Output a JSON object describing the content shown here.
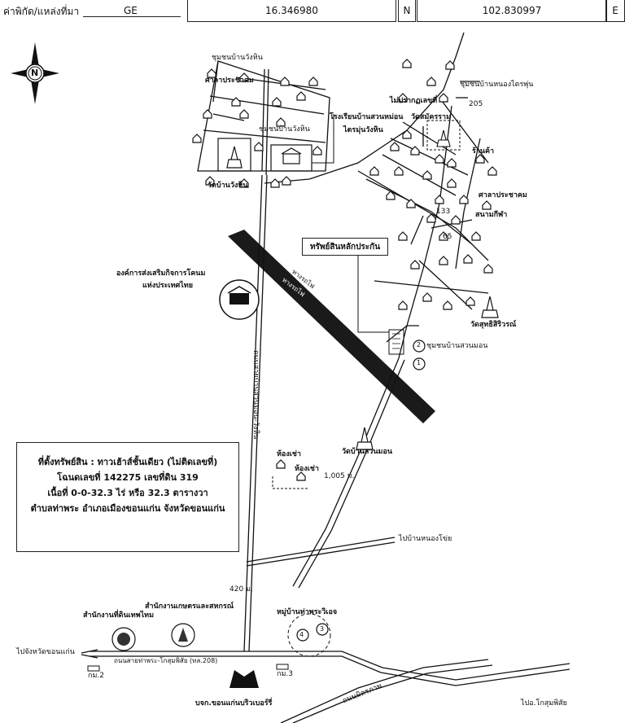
{
  "header": {
    "coord_label": "ค่าพิกัด/แหล่งที่มา",
    "source_code": "GE",
    "latitude": "16.346980",
    "lat_dir": "N",
    "longitude": "102.830997",
    "lon_dir": "E"
  },
  "compass": {
    "letter": "N"
  },
  "labels": {
    "community_north": "ชุมชนบ้านวังหิน",
    "sala_1": "ศาลาประชาคม",
    "community_wanghin": "ชุมชนบ้านวังหิน",
    "school": "โรงเรียนบ้านสวนหม่อน",
    "school_2": "ไตรมุ่นวังหิน",
    "temple_wanghin": "วัดบ้านวังหิน",
    "community_nongkhrai": "ชุมชนบ้านหนองไตรพุ่น",
    "no_number": "ไม่ปรากฏเลขที่",
    "km_205": "205",
    "temple_samakkhi": "วัดสมัครราม",
    "shop": "ร้านค้า",
    "sala_2": "ศาลาประชาคม",
    "stadium": "สนามกีฬา",
    "num_133": "133",
    "num_65": "65",
    "callout_property": "ทรัพย์สินหลักประกัน",
    "railway_1": "ทางรถไฟ",
    "railway_2": "ทางรถไฟ",
    "post_office": "องค์การส่งเสริมกิจการโคนม",
    "post_office_2": "แห่งประเทศไทย",
    "temple_sisawat": "วัดสุทธิสิริวรณ์",
    "community_suanmon": "ชุมชนบ้านสวนมอน",
    "marker_1": "1",
    "marker_2": "2",
    "road_vertical": "ถนนสายบ้านสวนมอน-วังหิน",
    "room_1": "ห้องเช่า",
    "room_2": "ห้องเช่า",
    "temple_suanmon": "วัดบ้านสวนมอน",
    "dist_1005": "1,005 ม.",
    "to_nongsaeng": "ไปบ้านหนองโข่ย",
    "dist_420": "420 ม.",
    "office_agri": "สำนักงานเกษตรและสหกรณ์",
    "office_land": "สำนักงานที่ดินเทพไทม",
    "village": "หมู่บ้านท่าพระวิเอจ",
    "to_khonkaen": "ไปจังหวัดขอนแก่น",
    "km_2": "กม.2",
    "road_208": "ถนนสายท่าพระ-โกสุมพิสัย (ทล.208)",
    "km_3": "กม.3",
    "company": "บจก.ขอนแก่นบริวเบอร์รี่",
    "to_kosum": "ไปอ.โกสุมพิสัย",
    "highway_bottom": "ถนนมิตรภาพ",
    "circ_3": "3",
    "circ_4": "4"
  },
  "info_box": {
    "line1": "ที่ตั้งทรัพย์สิน : ทาวเฮ้าส์ชั้นเดียว (ไม่ติดเลขที่)",
    "line2": "โฉนดเลขที่ 142275 เลขที่ดิน 319",
    "line3": "เนื้อที่ 0-0-32.3 ไร่ หรือ 32.3 ตารางวา",
    "line4": "ตำบลท่าพระ อำเภอเมืองขอนแก่น จังหวัดขอนแก่น"
  }
}
